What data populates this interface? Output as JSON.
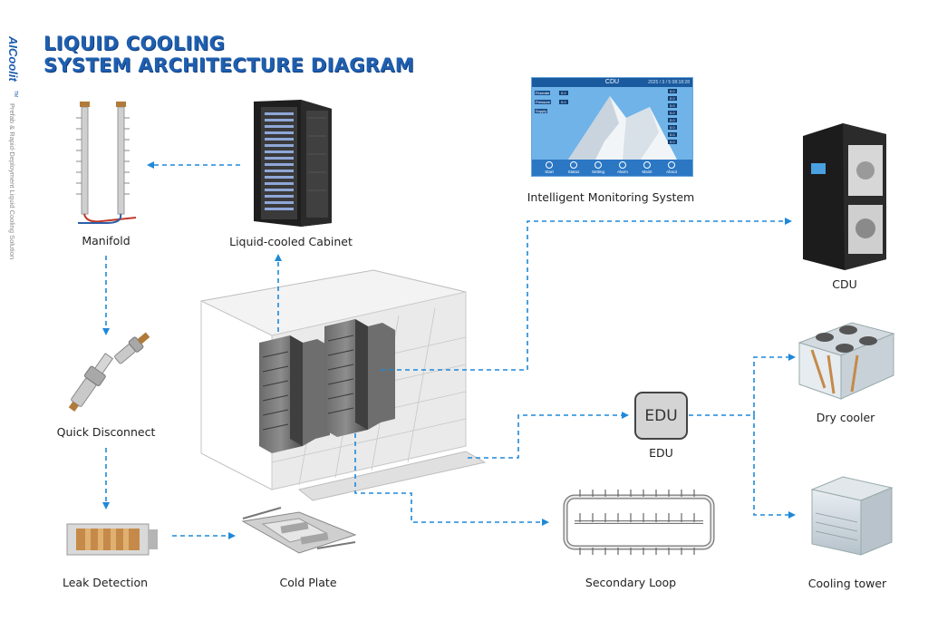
{
  "title": {
    "line1": "LIQUID COOLING",
    "line2": "SYSTEM ARCHITECTURE DIAGRAM"
  },
  "brand": {
    "name": "AICoolit",
    "tm": "TM",
    "tagline": "Prefab & Rapid-Deployment Liquid Cooling Solution"
  },
  "colors": {
    "title": "#1f5fb0",
    "arrow": "#1e88d9",
    "brand": "#1f5fb0"
  },
  "components": {
    "manifold": "Manifold",
    "cabinet": "Liquid-cooled Cabinet",
    "monitoring": "Intelligent Monitoring System",
    "cdu": "CDU",
    "quick_disconnect": "Quick Disconnect",
    "dry_cooler": "Dry cooler",
    "edu": "EDU",
    "edu_box": "EDU",
    "leak_detection": "Leak Detection",
    "cold_plate": "Cold Plate",
    "secondary_loop": "Secondary Loop",
    "cooling_tower": "Cooling tower"
  },
  "monitor_screen": {
    "title": "CDU",
    "date": "2025 / 3 / 5  08:18:28",
    "left_tags": [
      "Flowrate",
      "Pressure",
      "Supply"
    ],
    "left_values": [
      "0.0",
      "0.0"
    ],
    "right_values": [
      "0.0",
      "0.0",
      "0.0",
      "0.0",
      "0.0",
      "0.0",
      "0.0",
      "0.0"
    ],
    "buttons": [
      "Start",
      "Status",
      "Setting",
      "Alarm",
      "Maint",
      "About"
    ]
  }
}
